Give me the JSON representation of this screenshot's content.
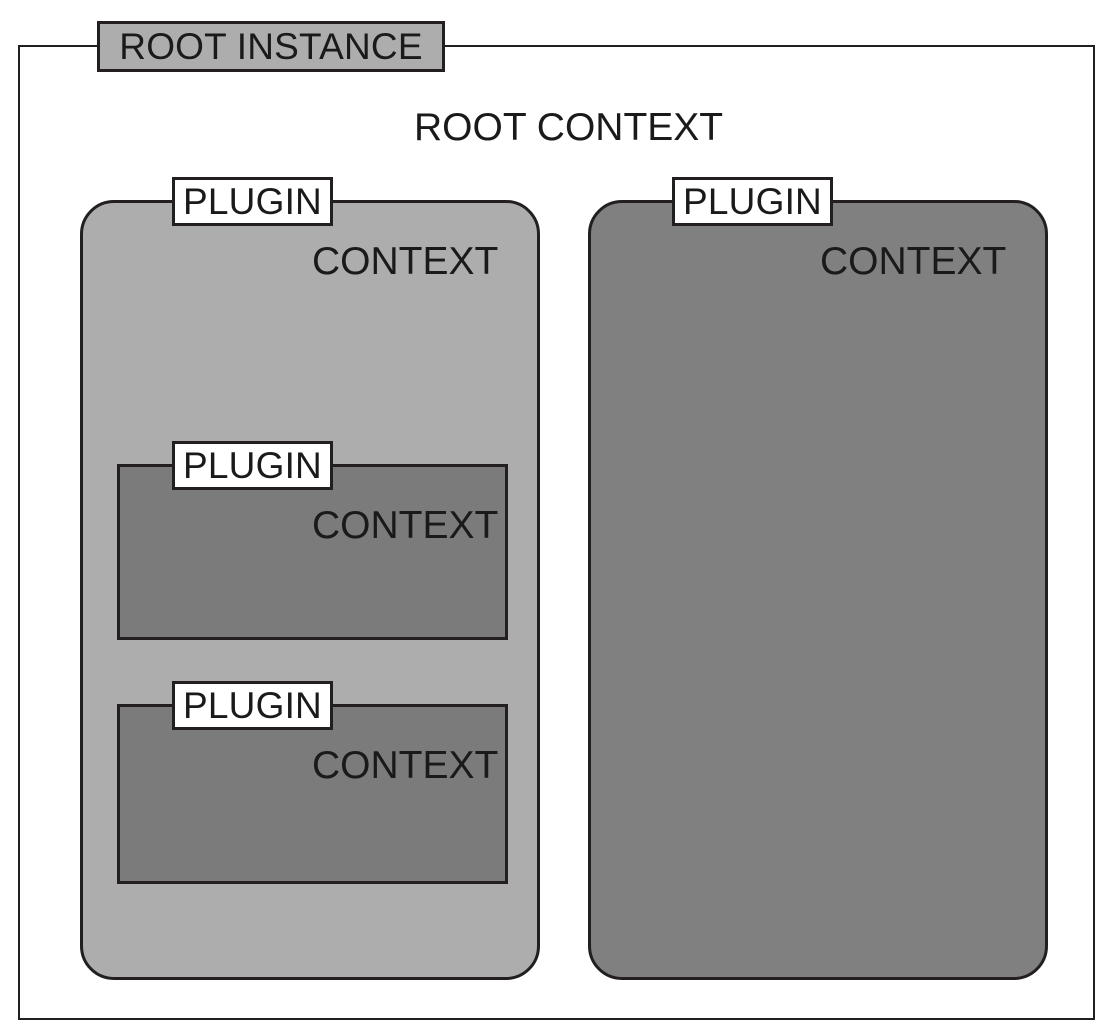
{
  "diagram": {
    "title": "Root instance plugin context hierarchy",
    "root": {
      "tag_label": "ROOT INSTANCE",
      "context_label": "ROOT CONTEXT"
    },
    "panels": [
      {
        "id": "left-plugin",
        "tag_label": "PLUGIN",
        "context_label": "CONTEXT",
        "fill": "#adadad",
        "children": [
          {
            "id": "nested-plugin-a",
            "tag_label": "PLUGIN",
            "context_label": "CONTEXT",
            "fill": "#7b7b7b"
          },
          {
            "id": "nested-plugin-b",
            "tag_label": "PLUGIN",
            "context_label": "CONTEXT",
            "fill": "#7b7b7b"
          }
        ]
      },
      {
        "id": "right-plugin",
        "tag_label": "PLUGIN",
        "context_label": "CONTEXT",
        "fill": "#808080",
        "children": []
      }
    ],
    "colors": {
      "background": "#ffffff",
      "stroke": "#231f20",
      "root_tag_fill": "#adadad",
      "plugin_tag_fill": "#ffffff",
      "level1_fill": "#adadad",
      "level1_alt_fill": "#808080",
      "level2_fill": "#7b7b7b",
      "text": "#1a1a1a"
    }
  }
}
